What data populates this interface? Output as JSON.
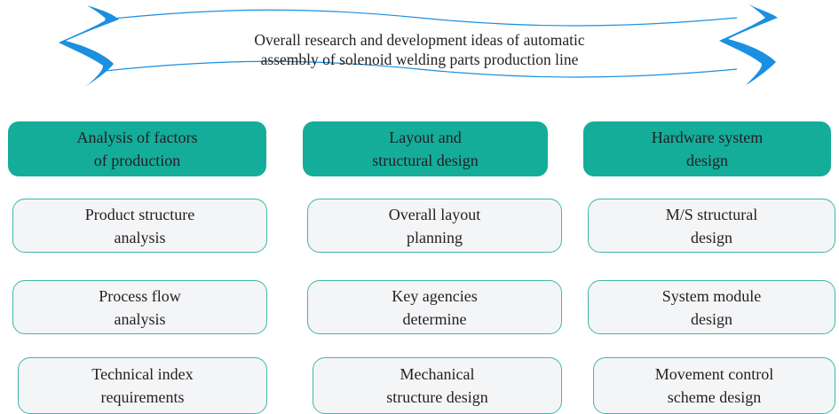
{
  "title": {
    "line1": "Overall research and development ideas of automatic",
    "line2": "assembly of solenoid welding parts production line"
  },
  "columns": [
    {
      "header": [
        "Analysis of factors",
        "of production"
      ],
      "items": [
        [
          "Product structure",
          "analysis"
        ],
        [
          "Process flow",
          "analysis"
        ],
        [
          "Technical index",
          "requirements"
        ]
      ]
    },
    {
      "header": [
        "Layout and",
        "structural design"
      ],
      "items": [
        [
          "Overall layout",
          "planning"
        ],
        [
          "Key agencies",
          "determine"
        ],
        [
          "Mechanical",
          "structure design"
        ]
      ]
    },
    {
      "header": [
        "Hardware system",
        "design"
      ],
      "items": [
        [
          "M/S structural",
          "design"
        ],
        [
          "System module",
          "design"
        ],
        [
          "Movement control",
          "scheme design"
        ]
      ]
    }
  ],
  "colors": {
    "header_fill": "#13ad9a",
    "box_border": "#3fb7a8",
    "box_fill": "#f4f5f6",
    "banner_accent": "#1b8fe0"
  }
}
